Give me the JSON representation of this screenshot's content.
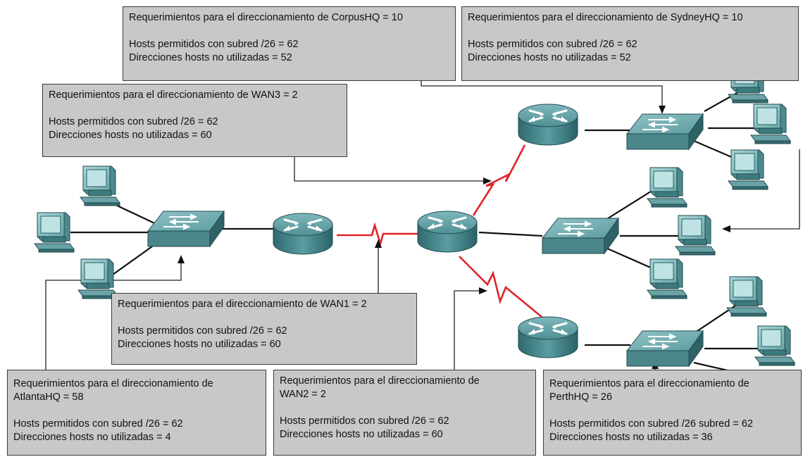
{
  "boxes": {
    "corpus": {
      "title": "Requerimientos para el direccionamiento de CorpusHQ = 10",
      "hosts": "Hosts permitidos con subred /26 = 62",
      "unused": "Direcciones hosts no utilizadas = 52"
    },
    "sydney": {
      "title": "Requerimientos para el direccionamiento de SydneyHQ = 10",
      "hosts": "Hosts permitidos con subred /26 = 62",
      "unused": "Direcciones hosts no utilizadas = 52"
    },
    "wan3": {
      "title": "Requerimientos para el direccionamiento de WAN3 = 2",
      "hosts": "Hosts permitidos con subred /26 = 62",
      "unused": "Direcciones hosts no utilizadas = 60"
    },
    "wan1": {
      "title": "Requerimientos para el direccionamiento de WAN1 = 2",
      "hosts": "Hosts permitidos con subred /26 = 62",
      "unused": "Direcciones hosts no utilizadas = 60"
    },
    "atlanta": {
      "title_line1": "Requerimientos para el direccionamiento de",
      "title_line2": "AtlantaHQ = 58",
      "hosts": "Hosts permitidos con subred /26 = 62",
      "unused": "Direcciones hosts no utilizadas = 4"
    },
    "wan2": {
      "title_line1": "Requerimientos para el direccionamiento de",
      "title_line2": "WAN2 = 2",
      "hosts": "Hosts permitidos con subred /26 = 62",
      "unused": "Direcciones hosts no utilizadas = 60"
    },
    "perth": {
      "title_line1": "Requerimientos para el direccionamiento de",
      "title_line2": "PerthHQ = 26",
      "hosts": "Hosts permitidos con subred /26 subred = 62",
      "unused": "Direcciones hosts no utilizadas = 36"
    }
  },
  "colors": {
    "wan_link": "#e0242a",
    "lan_link": "#111111",
    "device_teal": "#4f8c91",
    "box_fill": "#c8c8c8"
  },
  "icons": [
    "router-icon",
    "switch-icon",
    "pc-icon"
  ]
}
